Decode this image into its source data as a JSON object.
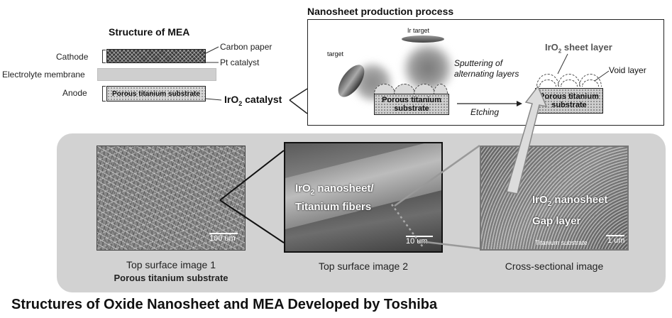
{
  "mea": {
    "title": "Structure of MEA",
    "cathode": "Cathode",
    "membrane": "Electrolyte membrane",
    "anode": "Anode",
    "carbon_paper": "Carbon paper",
    "pt_catalyst": "Pt catalyst",
    "anode_substrate": "Porous titanium substrate",
    "iro2_prefix": "IrO",
    "iro2_sub": "2",
    "iro2_suffix": " catalyst"
  },
  "process": {
    "title": "Nanosheet production process",
    "target_left": "target",
    "target_right": "Ir target",
    "sputtering_line1": "Sputtering of",
    "sputtering_line2": "alternating layers",
    "substrate_line1": "Porous titanium",
    "substrate_line2": "substrate",
    "etching": "Etching",
    "sheet_prefix": "IrO",
    "sheet_sub": "2",
    "sheet_suffix": " sheet layer",
    "void_layer": "Void layer"
  },
  "images": {
    "img1_scale": "100 um",
    "img1_caption": "Top surface image 1",
    "img1_subcaption": "Porous titanium substrate",
    "img2_label_prefix": "IrO",
    "img2_label_sub": "2",
    "img2_label_suffix": " nanosheet/",
    "img2_label_line2": "Titanium fibers",
    "img2_scale": "10 um",
    "img2_caption": "Top surface image 2",
    "img3_label1_prefix": "IrO",
    "img3_label1_sub": "2",
    "img3_label1_suffix": " nanosheet",
    "img3_label2": "Gap layer",
    "img3_substrate": "Titanium substrate",
    "img3_scale": "1 um",
    "img3_caption": "Cross-sectional image"
  },
  "main_title": "Structures of Oxide Nanosheet and MEA Developed by Toshiba",
  "colors": {
    "panel_bg": "#d2d2d2",
    "arrow_fill": "#dcdcdc"
  }
}
